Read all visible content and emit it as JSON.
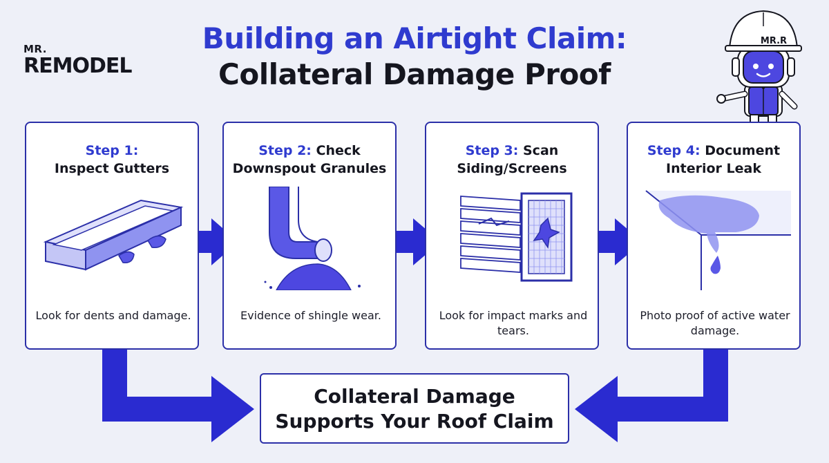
{
  "logo": {
    "small": "MR.",
    "main": "REMODEL"
  },
  "title": {
    "line1": "Building an Airtight Claim:",
    "line2": "Collateral Damage Proof"
  },
  "mascot": {
    "helmet_label": "MR.R"
  },
  "steps": [
    {
      "step": "Step 1:",
      "title": "Inspect Gutters",
      "desc": "Look for dents and damage."
    },
    {
      "step": "Step 2:",
      "title": "Check Downspout Granules",
      "desc": "Evidence of shingle wear."
    },
    {
      "step": "Step 3:",
      "title": "Scan Siding/Screens",
      "desc": "Look for impact marks and tears."
    },
    {
      "step": "Step 4:",
      "title": "Document Interior Leak",
      "desc": "Photo proof of active water damage."
    }
  ],
  "result": {
    "line1": "Collateral Damage",
    "line2": "Supports Your Roof Claim"
  },
  "colors": {
    "accent": "#2f3bcf",
    "arrow": "#2a2bd0",
    "border": "#2b2fa8",
    "water": "#8f93f0",
    "background": "#eef0f8"
  }
}
